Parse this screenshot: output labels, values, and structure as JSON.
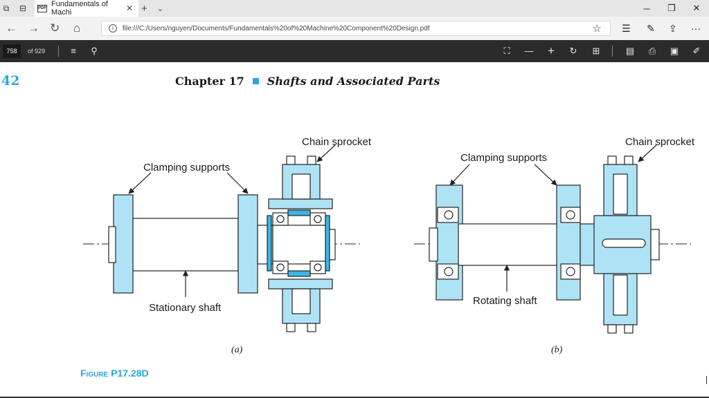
{
  "browser": {
    "tab_title": "Fundamentals of Machi",
    "tab_favicon_text": "PDF",
    "url": "file:///C:/Users/nguyen/Documents/Fundamentals%20of%20Machine%20Component%20Design.pdf",
    "icons": [
      "tab-list-icon",
      "tab-aside-icon",
      "pdf-favicon",
      "close-tab-icon",
      "new-tab-icon",
      "tab-dropdown-icon",
      "minimize-icon",
      "restore-icon",
      "window-close-icon",
      "back-icon",
      "forward-icon",
      "refresh-icon",
      "home-icon",
      "info-icon",
      "favorite-star-icon",
      "reading-list-icon",
      "pen-icon",
      "share-icon",
      "more-icon"
    ]
  },
  "pdf_toolbar": {
    "page_current": "758",
    "page_total_label": "of 929",
    "icons": [
      "contents-icon",
      "search-icon",
      "fit-page-icon",
      "zoom-out-icon",
      "zoom-in-icon",
      "rotate-icon",
      "page-view-icon",
      "read-aloud-icon",
      "print-icon",
      "save-icon",
      "annotate-icon"
    ]
  },
  "page": {
    "page_number": "42",
    "chapter": "Chapter 17",
    "chapter_title": "Shafts and Associated Parts",
    "figure_caption": "Figure P17.28D",
    "figure": {
      "a": {
        "label_chain_sprocket": "Chain sprocket",
        "label_clamping": "Clamping supports",
        "label_shaft": "Stationary shaft",
        "sublabel": "(a)"
      },
      "b": {
        "label_chain_sprocket": "Chain sprocket",
        "label_clamping": "Clamping supports",
        "label_shaft": "Rotating shaft",
        "sublabel": "(b)"
      }
    }
  },
  "colors": {
    "accent": "#29a7e1",
    "part_fill": "#aee3f5",
    "dark_fill": "#3bb6e4",
    "toolbar": "#2b2b2b"
  }
}
